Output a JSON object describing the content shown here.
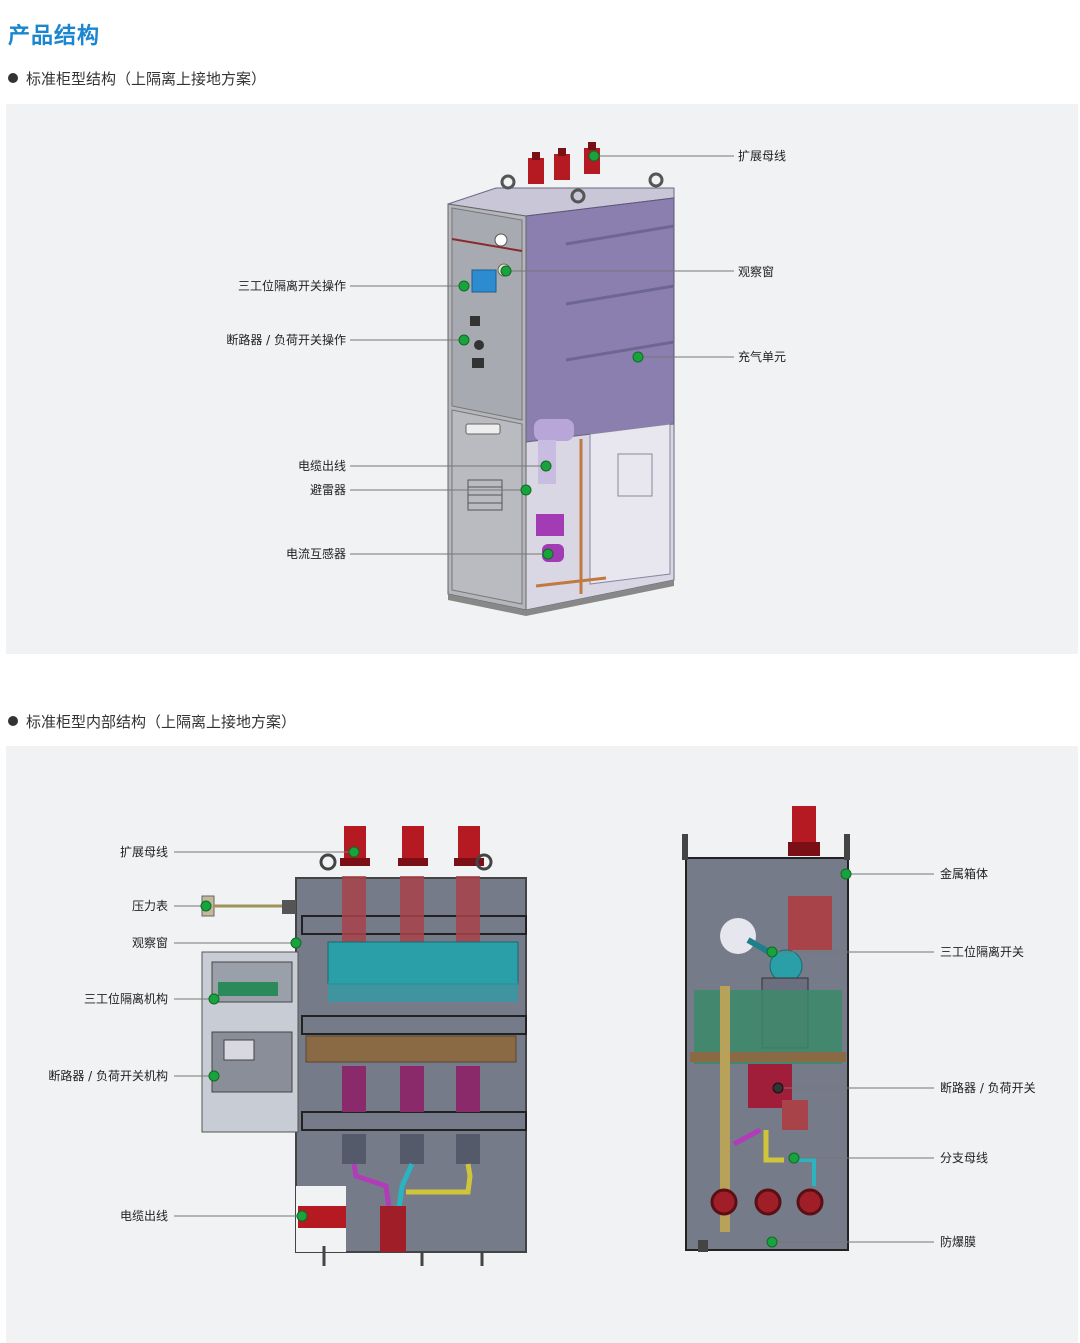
{
  "page_title": "产品结构",
  "section1": {
    "heading": "标准柜型结构（上隔离上接地方案）",
    "labels": {
      "expand_busbar": "扩展母线",
      "three_pos_op": "三工位隔离开关操作",
      "observation_window": "观察窗",
      "breaker_op": "断路器 / 负荷开关操作",
      "gas_unit": "充气单元",
      "cable_outlet": "电缆出线",
      "arrester": "避雷器",
      "current_transformer": "电流互感器"
    }
  },
  "section2": {
    "heading": "标准柜型内部结构（上隔离上接地方案）",
    "left_labels": {
      "expand_busbar": "扩展母线",
      "pressure_gauge": "压力表",
      "observation_window": "观察窗",
      "three_pos_mech": "三工位隔离机构",
      "breaker_mech": "断路器 / 负荷开关机构",
      "cable_outlet": "电缆出线"
    },
    "right_labels": {
      "metal_box": "金属箱体",
      "three_pos_switch": "三工位隔离开关",
      "breaker_switch": "断路器 / 负荷开关",
      "branch_busbar": "分支母线",
      "burst_membrane": "防爆膜"
    }
  },
  "colors": {
    "title_blue": "#1a86d0",
    "panel_bg": "#f1f2f4",
    "marker_green": "#19a33c",
    "bushing_red": "#b51a22",
    "cabinet_purple": "#8a7fae"
  }
}
